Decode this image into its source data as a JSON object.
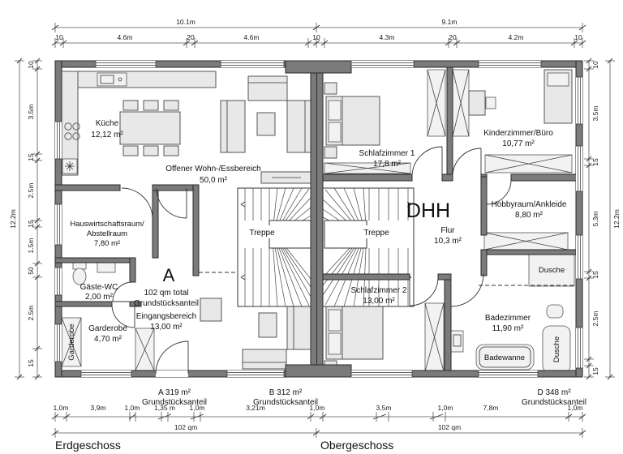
{
  "colors": {
    "wall": "#7b7b7b",
    "outline": "#2a2a2a",
    "furniture": "#e8e8e8",
    "background": "#ffffff"
  },
  "top_dims": {
    "overall_left": "10.1m",
    "overall_right": "9.1m",
    "segments": [
      "10",
      "4.6m",
      "20",
      "4.6m",
      "10",
      "4.3m",
      "20",
      "4.2m",
      "10"
    ]
  },
  "left_dims": {
    "overall": "12.2m",
    "segments": [
      "10",
      "3.5m",
      "15",
      "2.5m",
      "15",
      "1.5m",
      "50",
      "2.5m",
      "15"
    ]
  },
  "right_dims": {
    "overall": "12.2m",
    "segments": [
      "10",
      "3.5m",
      "15",
      "5.3m",
      "15",
      "2.5m",
      "15"
    ]
  },
  "bottom_dims": {
    "segments": [
      "1,0m",
      "3,9m",
      "1,0m",
      "1,35 m",
      "1,0m",
      "3,21m",
      "1,0m",
      "3,5m",
      "1,0m",
      "7,8m",
      "1,0m"
    ],
    "area_left": "102 qm",
    "area_right": "102 qm"
  },
  "plots": {
    "a_line1": "A 319 m²",
    "a_line2": "Grundstücksanteil",
    "b_line1": "B 312 m²",
    "b_line2": "Grundstücksanteil",
    "d_line1": "D 348 m²",
    "d_line2": "Grundstücksanteil"
  },
  "floors": {
    "left": "Erdgeschoss",
    "right": "Obergeschoss"
  },
  "rooms": {
    "kueche": {
      "name": "Küche",
      "area": "12,12 m²"
    },
    "wohn": {
      "name": "Offener Wohn-/Essbereich",
      "area": "50,0 m²"
    },
    "hwr": {
      "name1": "Hauswirtschaftsraum/",
      "name2": "Abstellraum",
      "area": "7,80 m²"
    },
    "gaeste_wc": {
      "name": "Gäste-WC",
      "area": "2,00 m²"
    },
    "garderobe": {
      "name": "Garderobe",
      "area": "4,70 m²"
    },
    "eingang": {
      "name": "Eingangsbereich",
      "area": "13,00 m²"
    },
    "treppe_eg": {
      "name": "Treppe"
    },
    "treppe_og": {
      "name": "Treppe"
    },
    "schlafzimmer1": {
      "name": "Schlafzimmer 1",
      "area": "17,8 m²"
    },
    "kinderzimmer": {
      "name": "Kinderzimmer/Büro",
      "area": "10,77 m²"
    },
    "flur": {
      "name": "Flur",
      "area": "10,3 m²"
    },
    "hobbyraum": {
      "name": "Hobbyraum/Ankleide",
      "area": "8,80 m²"
    },
    "schlafzimmer2": {
      "name": "Schlafzimmer 2",
      "area": "13,00 m²"
    },
    "badezimmer": {
      "name": "Badezimmer",
      "area": "11,90 m²"
    }
  },
  "unit_a": {
    "letter": "A",
    "line1": "102 qm total",
    "line2": "Grundstücksanteil"
  },
  "unit_b": {
    "label": "DHH"
  },
  "fixtures": {
    "badewanne": "Badewanne",
    "dusche_top": "Dusche",
    "dusche_bottom": "Dusche",
    "garderobe_schrank": "Garderobe"
  }
}
